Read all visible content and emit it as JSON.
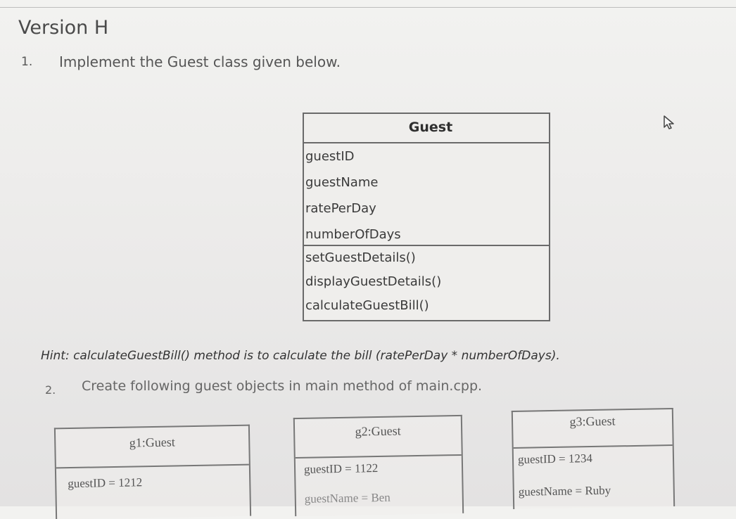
{
  "title": "Version H",
  "question1": {
    "number": "1.",
    "text": "Implement the Guest class given below."
  },
  "uml": {
    "class_name": "Guest",
    "attributes": [
      "guestID",
      "guestName",
      "ratePerDay",
      "numberOfDays"
    ],
    "methods": [
      "setGuestDetails()",
      "displayGuestDetails()",
      "calculateGuestBill()"
    ]
  },
  "hint": "Hint: calculateGuestBill() method is to calculate the bill (ratePerDay * numberOfDays).",
  "question2": {
    "number": "2.",
    "text": "Create following guest objects in main method of main.cpp."
  },
  "objects": [
    {
      "header": "g1:Guest",
      "rows": [
        "guestID = 1212"
      ]
    },
    {
      "header": "g2:Guest",
      "rows": [
        "guestID = 1122",
        "guestName = Ben"
      ]
    },
    {
      "header": "g3:Guest",
      "rows": [
        "guestID = 1234",
        "guestName = Ruby"
      ]
    }
  ],
  "icons": {
    "cursor": "mouse-pointer-icon"
  }
}
